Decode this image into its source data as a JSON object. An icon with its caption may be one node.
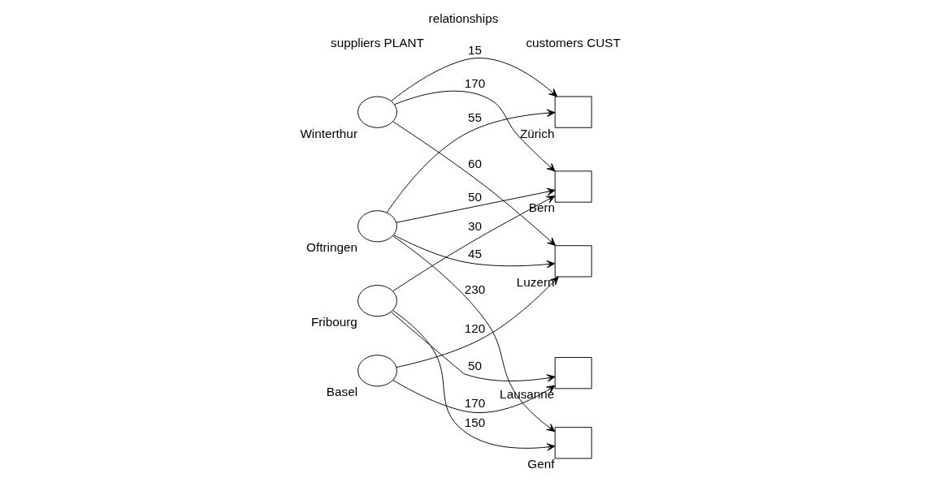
{
  "diagram": {
    "title": "relationships",
    "nodes": [
      {
        "text": [],
        "shape": "circle",
        "beside": [
          "Winterthur"
        ]
      },
      {
        "text": [],
        "shape": "circle",
        "beside": [
          "Oftringen"
        ]
      },
      {
        "text": [],
        "shape": "circle",
        "beside": [
          "Fribourg"
        ]
      },
      {
        "text": [],
        "shape": "circle",
        "beside": [
          "Basel"
        ]
      },
      {
        "text": [],
        "shape": "box",
        "beside": [
          "Zürich"
        ]
      },
      {
        "text": [],
        "shape": "box",
        "beside": [
          "Bern"
        ]
      },
      {
        "text": [],
        "shape": "box",
        "beside": [
          "Luzern"
        ]
      },
      {
        "text": [],
        "shape": "box",
        "beside": [
          "Lausanne"
        ]
      },
      {
        "text": [],
        "shape": "box",
        "beside": [
          "Genf"
        ]
      }
    ],
    "edges": [
      {
        "from": 0,
        "to": 4,
        "arrow": "to",
        "label": "15"
      },
      {
        "from": 0,
        "to": 5,
        "arrow": "to",
        "label": "170"
      },
      {
        "from": 0,
        "to": 6,
        "arrow": "to",
        "label": "60"
      },
      {
        "from": 1,
        "to": 4,
        "arrow": "to",
        "label": "55"
      },
      {
        "from": 1,
        "to": 5,
        "arrow": "to",
        "label": "50"
      },
      {
        "from": 1,
        "to": 6,
        "arrow": "to",
        "label": "45"
      },
      {
        "from": 1,
        "to": 8,
        "arrow": "to",
        "label": "230"
      },
      {
        "from": 2,
        "to": 5,
        "arrow": "to",
        "label": "30"
      },
      {
        "from": 2,
        "to": 7,
        "arrow": "to",
        "label": "50"
      },
      {
        "from": 2,
        "to": 8,
        "arrow": "to",
        "label": "150"
      },
      {
        "from": 3,
        "to": 6,
        "arrow": "to",
        "label": "120"
      },
      {
        "from": 3,
        "to": 7,
        "arrow": "to",
        "label": "170"
      }
    ],
    "labels": [
      "suppliers PLANT",
      "customers CUST"
    ]
  }
}
